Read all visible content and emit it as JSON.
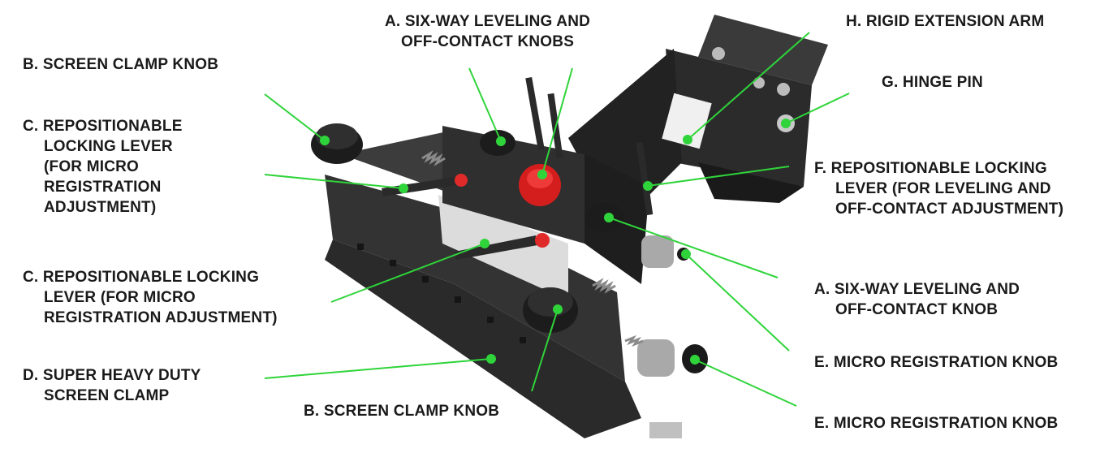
{
  "accent_color": "#2fd43a",
  "labels": {
    "a_top": [
      "A. SIX-WAY LEVELING AND",
      "OFF-CONTACT KNOBS"
    ],
    "b_top": [
      "B. SCREEN CLAMP KNOB"
    ],
    "c_upper": [
      "C. REPOSITIONABLE",
      "LOCKING LEVER",
      "(FOR MICRO",
      "REGISTRATION",
      "ADJUSTMENT)"
    ],
    "c_lower": [
      "C. REPOSITIONABLE LOCKING",
      "LEVER (FOR MICRO",
      "REGISTRATION ADJUSTMENT)"
    ],
    "d": [
      "D. SUPER HEAVY DUTY",
      "SCREEN CLAMP"
    ],
    "b_bottom": [
      "B. SCREEN CLAMP KNOB"
    ],
    "h": [
      "H. RIGID EXTENSION ARM"
    ],
    "g": [
      "G. HINGE PIN"
    ],
    "f": [
      "F. REPOSITIONABLE LOCKING",
      "LEVER (FOR LEVELING AND",
      "OFF-CONTACT ADJUSTMENT)"
    ],
    "a_right": [
      "A. SIX-WAY LEVELING AND",
      "OFF-CONTACT KNOB"
    ],
    "e_upper": [
      "E. MICRO REGISTRATION KNOB"
    ],
    "e_lower": [
      "E. MICRO REGISTRATION KNOB"
    ]
  }
}
